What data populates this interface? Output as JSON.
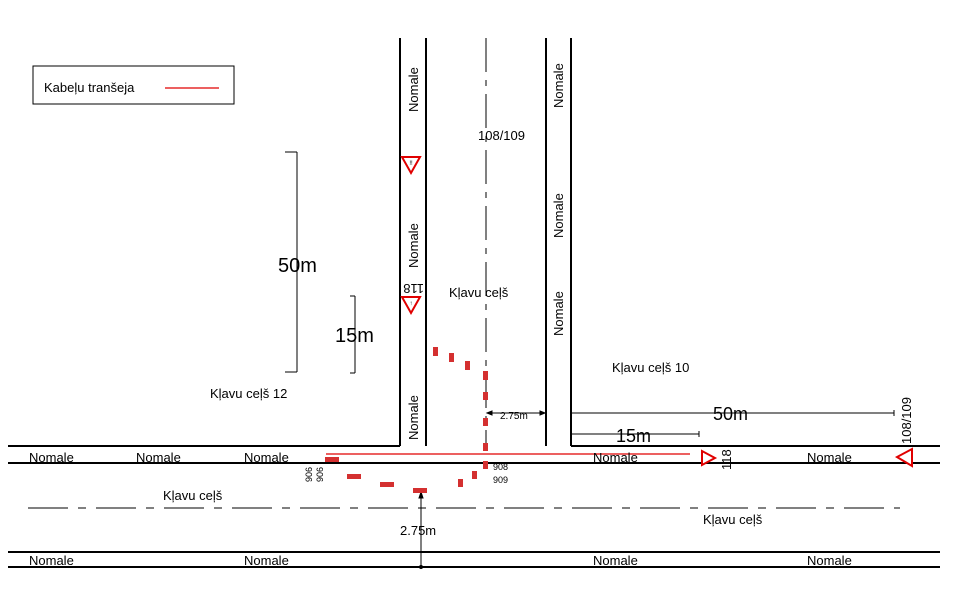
{
  "legend": {
    "label": "Kabeļu tranšeja",
    "color": "#e00000"
  },
  "labels": {
    "nomale": "Nomale",
    "road_name": "Kļavu ceļš",
    "address_12": "Kļavu ceļš 12",
    "address_10": "Kļavu ceļš 10"
  },
  "dimensions": {
    "d50": "50m",
    "d15": "15m",
    "width_275": "2.75m"
  },
  "signs": {
    "s108": "108/109",
    "s118": "118",
    "s906": "906",
    "s908": "908",
    "s909": "909"
  },
  "colors": {
    "line": "#000000",
    "sign_red": "#e00000",
    "barrier_red": "#d43030"
  }
}
